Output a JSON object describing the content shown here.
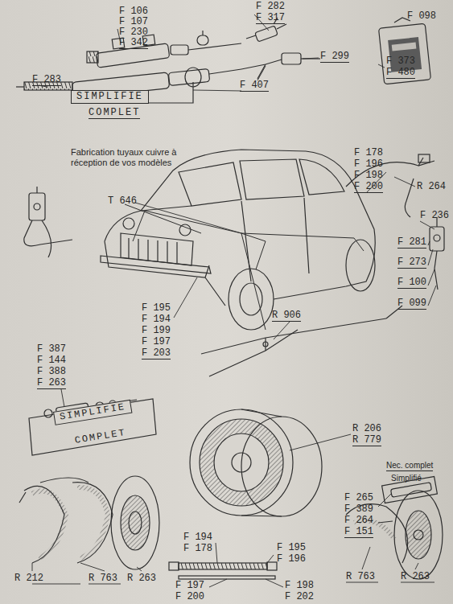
{
  "diagram": {
    "labels": [
      "F 106",
      "F 107",
      "F 230",
      "F 342",
      "F 282",
      "F 317",
      "F 098",
      "F 299",
      "F 407",
      "F 373",
      "F 480",
      "F 283",
      "SIMPLIFIE",
      "COMPLET",
      "Fabrication tuyaux cuivre à réception de vos modèles",
      "R 264",
      "F 178",
      "F 196",
      "F 198",
      "F 200",
      "F 236",
      "T 646",
      "F 281",
      "F 273",
      "F 100",
      "F 099",
      "F 195",
      "F 194",
      "F 199",
      "F 197",
      "F 203",
      "R 906",
      "F 387",
      "F 144",
      "F 388",
      "F 263",
      "SIMPLIFIE",
      "COMPLET",
      "R 206",
      "R 779",
      "Nec. complet",
      "Simplifié",
      "F 265",
      "F 389",
      "F 264",
      "F 151",
      "F 194",
      "F 178",
      "F 195",
      "F 196",
      "R 212",
      "R 763",
      "R 263",
      "R 763",
      "R 263",
      "F 197",
      "F 200",
      "F 198",
      "F 202"
    ]
  }
}
